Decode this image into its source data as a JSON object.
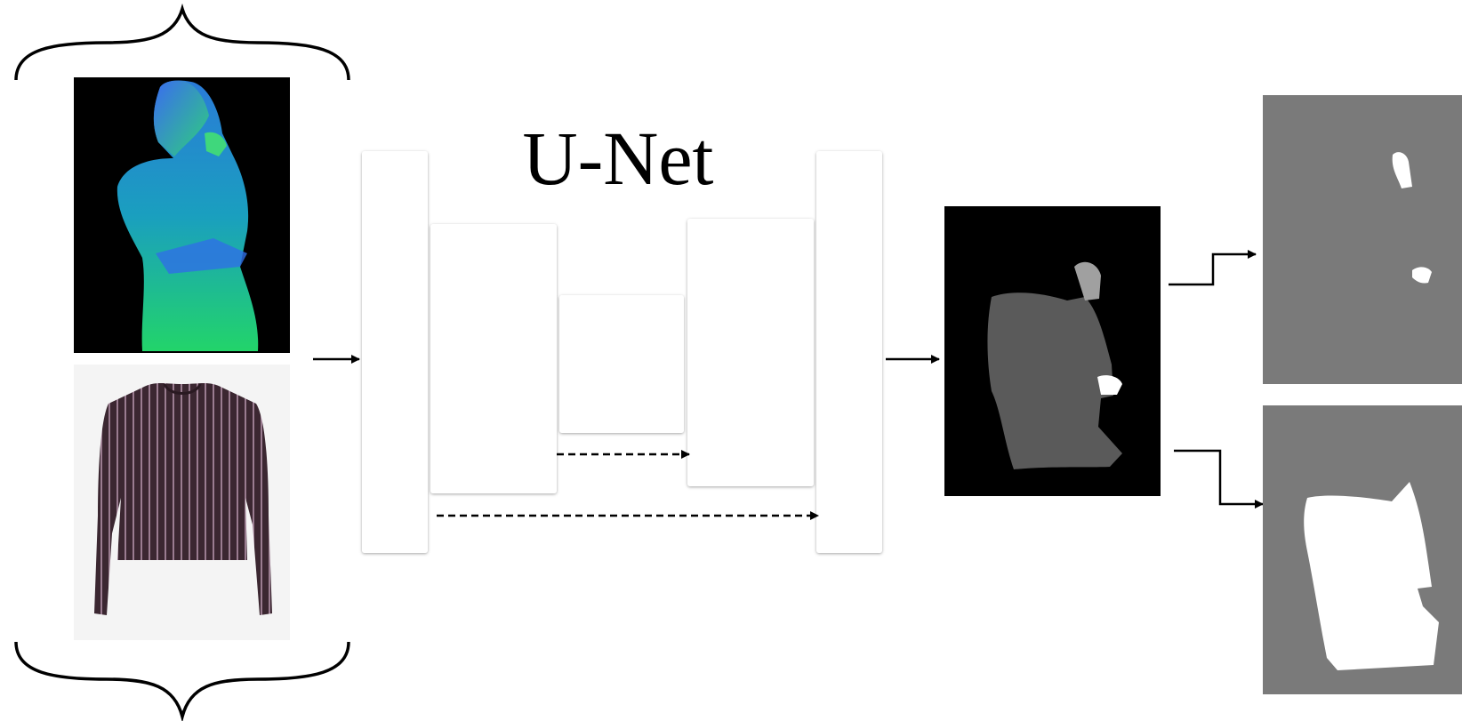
{
  "title": "U-Net",
  "inputs": [
    {
      "name": "pose-map",
      "description_icon": "densepose-figure-image",
      "background_color": "#000000"
    },
    {
      "name": "garment",
      "description_icon": "striped-blouse-image",
      "background_color": "#f4f4f4"
    }
  ],
  "encoder_blocks": 3,
  "decoder_blocks": 2,
  "skip_connections": 2,
  "output_image": {
    "name": "segmentation-map",
    "background_color": "#000000",
    "body_color": "#5a5a5a",
    "part_color": "#a0a0a0"
  },
  "split_outputs": [
    {
      "name": "arms-mask",
      "background_color": "#7a7a7a",
      "foreground_color": "#ffffff"
    },
    {
      "name": "torso-mask",
      "background_color": "#7a7a7a",
      "foreground_color": "#ffffff"
    }
  ],
  "colors": {
    "arrow": "#000000",
    "block_fill": "#ffffff",
    "block_shadow": "#bdbdbd"
  }
}
